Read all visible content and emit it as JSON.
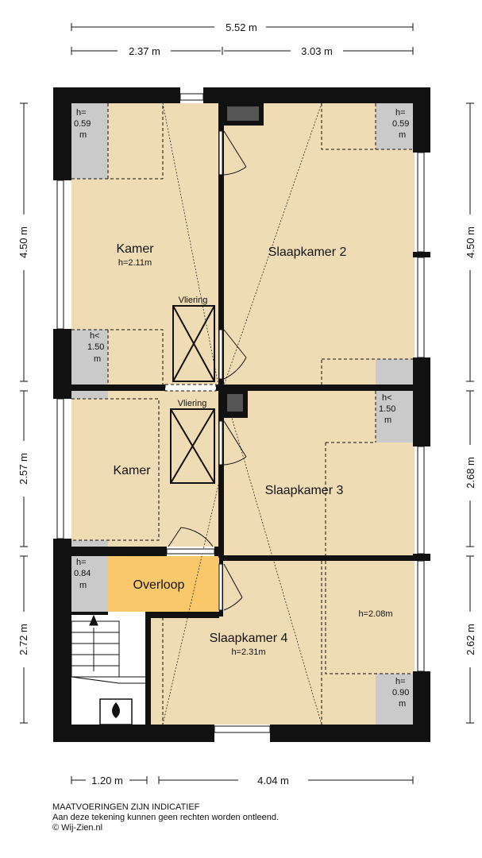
{
  "dimensions": {
    "top_total": "5.52 m",
    "top_left": "2.37 m",
    "top_right": "3.03 m",
    "left_top": "4.50 m",
    "left_mid": "2.57 m",
    "left_bottom": "2.72 m",
    "right_top": "4.50 m",
    "right_mid": "2.68 m",
    "right_bottom": "2.62 m",
    "bottom_left": "1.20 m",
    "bottom_right": "4.04 m"
  },
  "rooms": {
    "kamer_top": {
      "name": "Kamer",
      "height": "h=2.11m"
    },
    "kamer_bottom": {
      "name": "Kamer"
    },
    "slaapkamer2": {
      "name": "Slaapkamer 2"
    },
    "slaapkamer3": {
      "name": "Slaapkamer 3"
    },
    "slaapkamer4": {
      "name": "Slaapkamer 4",
      "height": "h=2.31m"
    },
    "overloop": {
      "name": "Overloop"
    },
    "vliering_top": "Vliering",
    "vliering_bottom": "Vliering",
    "alcove_height": "h=2.08m"
  },
  "heights": {
    "tl": [
      "h=",
      "0.59",
      "m"
    ],
    "tr": [
      "h=",
      "0.59",
      "m"
    ],
    "ml": [
      "h<",
      "1.50",
      "m"
    ],
    "mr": [
      "h<",
      "1.50",
      "m"
    ],
    "bl": [
      "h=",
      "0.84",
      "m"
    ],
    "br": [
      "h=",
      "0.90",
      "m"
    ]
  },
  "footer": {
    "line1": "MAATVOERINGEN ZIJN INDICATIEF",
    "line2": "Aan deze tekening kunnen geen rechten worden ontleend.",
    "line3": "© Wij-Zien.nl"
  },
  "colors": {
    "floor": "#f0dcb4",
    "overloop": "#f9c86a",
    "low_zone": "#cacaca",
    "wall": "#111111"
  }
}
